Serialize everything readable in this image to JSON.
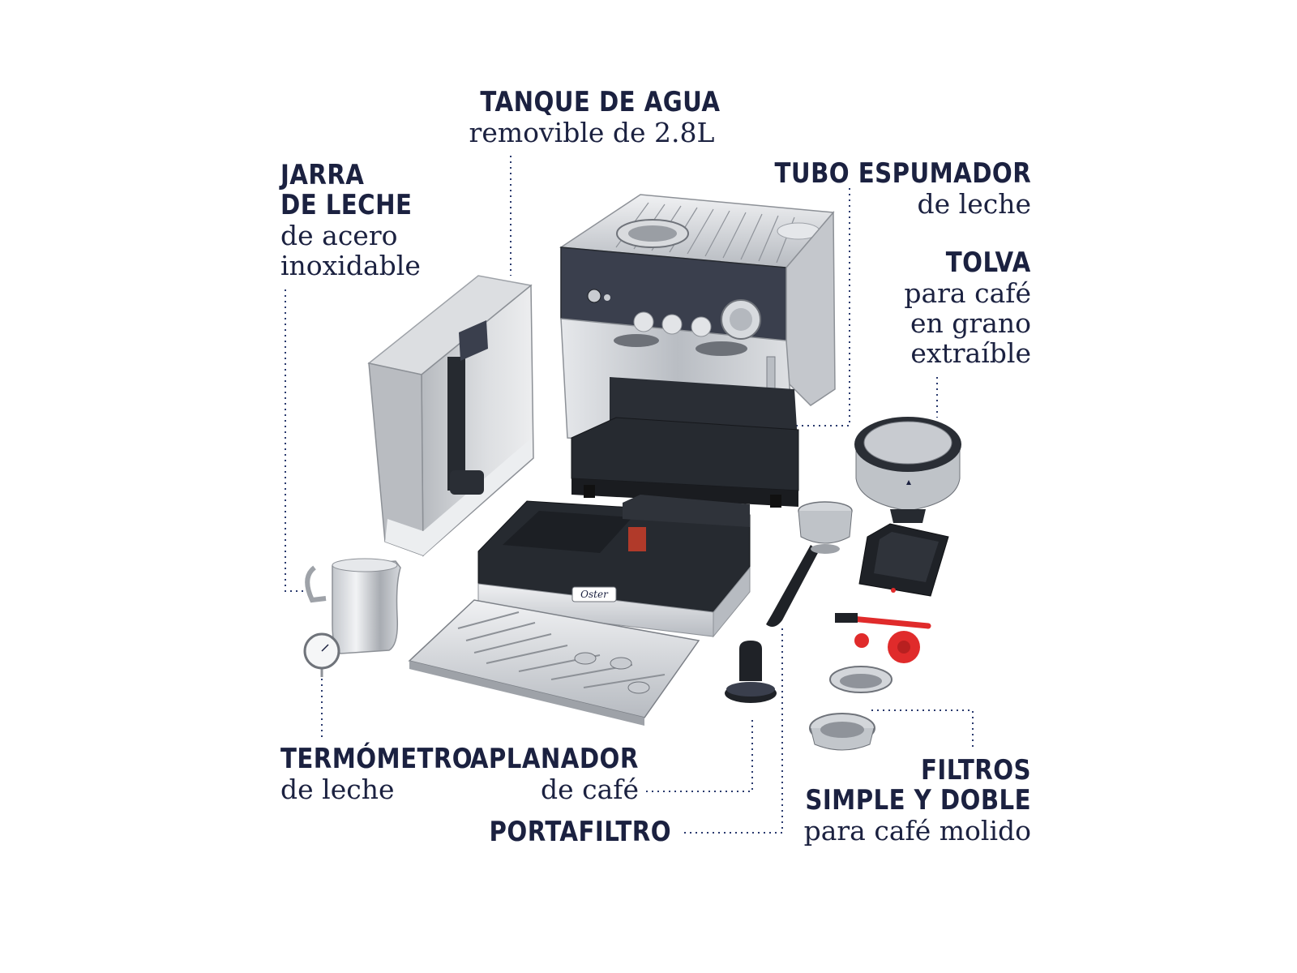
{
  "labels": {
    "tanque": {
      "title": "TANQUE DE AGUA",
      "sub": "removible de 2.8L"
    },
    "jarra": {
      "title1": "JARRA",
      "title2": "DE LECHE",
      "sub1": "de acero",
      "sub2": "inoxidable"
    },
    "tubo": {
      "title": "TUBO ESPUMADOR",
      "sub": "de leche"
    },
    "tolva": {
      "title": "TOLVA",
      "sub1": "para café",
      "sub2": "en grano",
      "sub3": "extraíble"
    },
    "termometro": {
      "title": "TERMÓMETRO",
      "sub": "de leche"
    },
    "aplanador": {
      "title": "APLANADOR",
      "sub": "de café"
    },
    "portafiltro": {
      "title": "PORTAFILTRO"
    },
    "filtros": {
      "title1": "FILTROS",
      "title2": "SIMPLE Y DOBLE",
      "sub": "para café molido"
    }
  },
  "brand": "Oster",
  "colors": {
    "text": "#1b2140",
    "leader_line": "#2a3a6e",
    "panel": "#3a3f4d",
    "steel": "#c9ccd1",
    "dark_plastic": "#262a30",
    "accent_red": "#e02b2b"
  }
}
